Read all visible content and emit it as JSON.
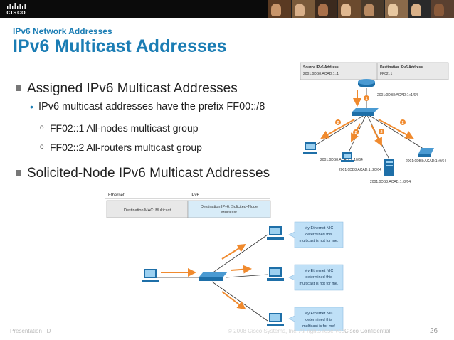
{
  "header": {
    "logo_text": "CISCO",
    "photo_strip": [
      "portrait-1",
      "portrait-2",
      "portrait-3",
      "portrait-4",
      "portrait-5",
      "portrait-6",
      "portrait-7",
      "portrait-8"
    ]
  },
  "slide": {
    "subtitle": "IPv6 Network Addresses",
    "title": "IPv6 Multicast Addresses",
    "bullets": [
      {
        "level": 1,
        "text": "Assigned IPv6 Multicast Addresses"
      },
      {
        "level": 2,
        "text": "IPv6 multicast addresses have the prefix FF00::/8"
      },
      {
        "level": 3,
        "text": "FF02::1 All-nodes multicast group"
      },
      {
        "level": 3,
        "text": "FF02::2 All-routers multicast group"
      },
      {
        "level": 1,
        "text": "Solicited-Node IPv6 Multicast Addresses"
      }
    ]
  },
  "top_diagram": {
    "header_left_label": "Source IPv6 Address",
    "header_left_value": "2001:0DB8:ACAD:1::1",
    "header_right_label": "Destination IPv6 Address",
    "header_right_value": "FF02::1",
    "router_addr": "2001:0DB8:ACAD:1::1/64",
    "pc_addr": "2001:0DB8:ACAD:1::10/64",
    "mid_addr": "2001:0DB8:ACAD:1::20/64",
    "printer_addr": "2001:0DB8:ACAD:1::9/64",
    "server_addr": "2001:0DB8:ACAD:1::8/64",
    "badges": [
      "1",
      "2",
      "2",
      "2",
      "2"
    ]
  },
  "bottom_diagram": {
    "col_left": "Ethernet",
    "col_right": "IPv6",
    "cell_left": "Destination MAC: Multicast",
    "cell_right_line1": "Destination IPv6: Solicited–Node",
    "cell_right_line2": "Multicast",
    "callouts": [
      {
        "l1": "My Ethernet NIC",
        "l2": "determined this",
        "l3": "multicast is not for me."
      },
      {
        "l1": "My Ethernet NIC",
        "l2": "determined this",
        "l3": "multicast is not for me."
      },
      {
        "l1": "My Ethernet NIC",
        "l2": "determined this",
        "l3": "multicast is for me!"
      }
    ]
  },
  "footer": {
    "left": "Presentation_ID",
    "middle": "© 2008 Cisco Systems, Inc. All rights reserved.",
    "right": "Cisco Confidential",
    "page": "26"
  },
  "colors": {
    "accent": "#1b7db4",
    "arrow": "#f08a2e",
    "device": "#1e6fa8",
    "callout": "#bfe0f7"
  }
}
